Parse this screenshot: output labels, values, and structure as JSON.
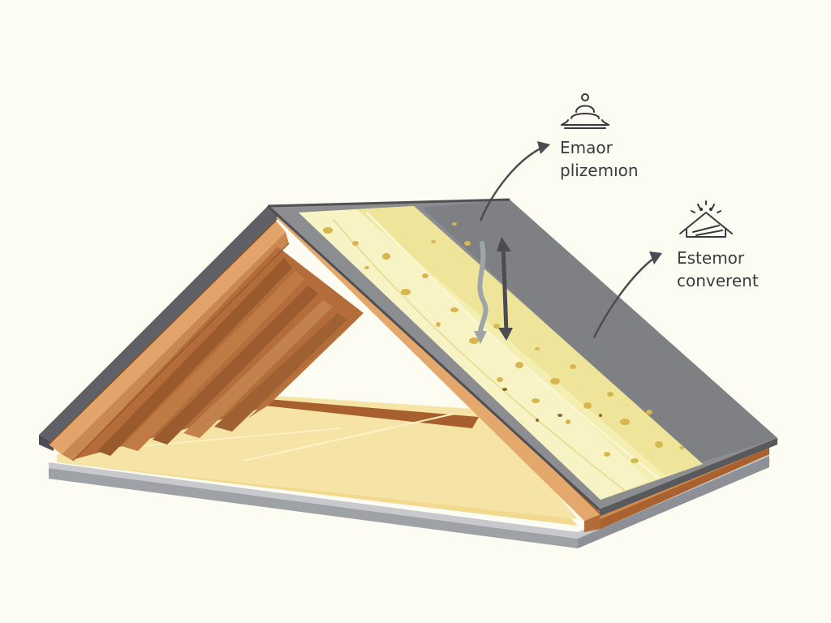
{
  "callouts": [
    {
      "icon": "dome-bell-icon",
      "line1": "Emaor",
      "line2": "plizemıon"
    },
    {
      "icon": "roof-house-icon",
      "line1": "Estemor",
      "line2": "converent"
    }
  ],
  "colors": {
    "background": "#fdfcf2",
    "roof_shingle": "#8c8d90",
    "roof_shingle_dark": "#5d5f63",
    "insulation": "#f3eba8",
    "insulation_spots": "#d8b64e",
    "wood_rafter": "#d49a5c",
    "wood_inner": "#b9713e",
    "floor": "#f3dc94",
    "base_slab": "#a9abaf",
    "arrow": "#4a4c52",
    "airflow_arrow": "#9ea5a6"
  }
}
